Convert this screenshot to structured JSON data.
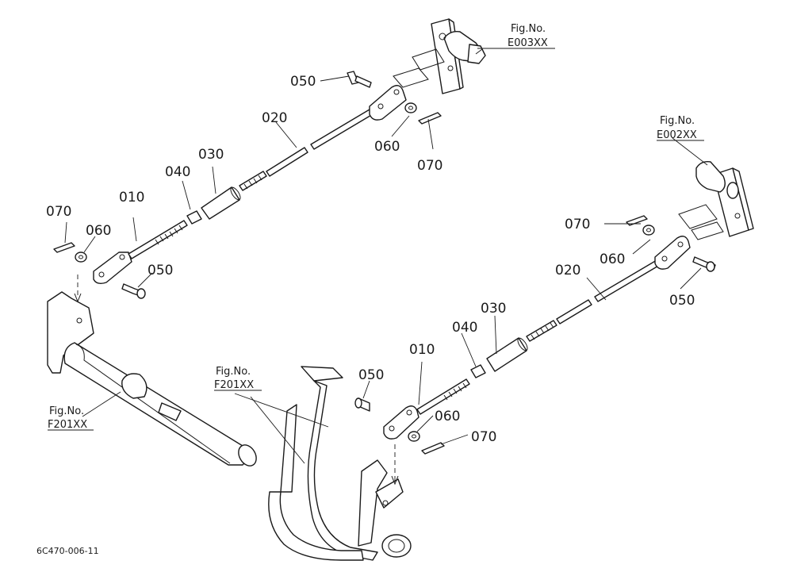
{
  "drawing_code": "6C470-006-11",
  "part_labels": {
    "p010": "010",
    "p020": "020",
    "p030": "030",
    "p040": "040",
    "p050": "050",
    "p060": "060",
    "p070": "070"
  },
  "fig_refs": {
    "fig_no_label": "Fig.No.",
    "e003": "E003XX",
    "e002": "E002XX",
    "f201": "F201XX"
  }
}
